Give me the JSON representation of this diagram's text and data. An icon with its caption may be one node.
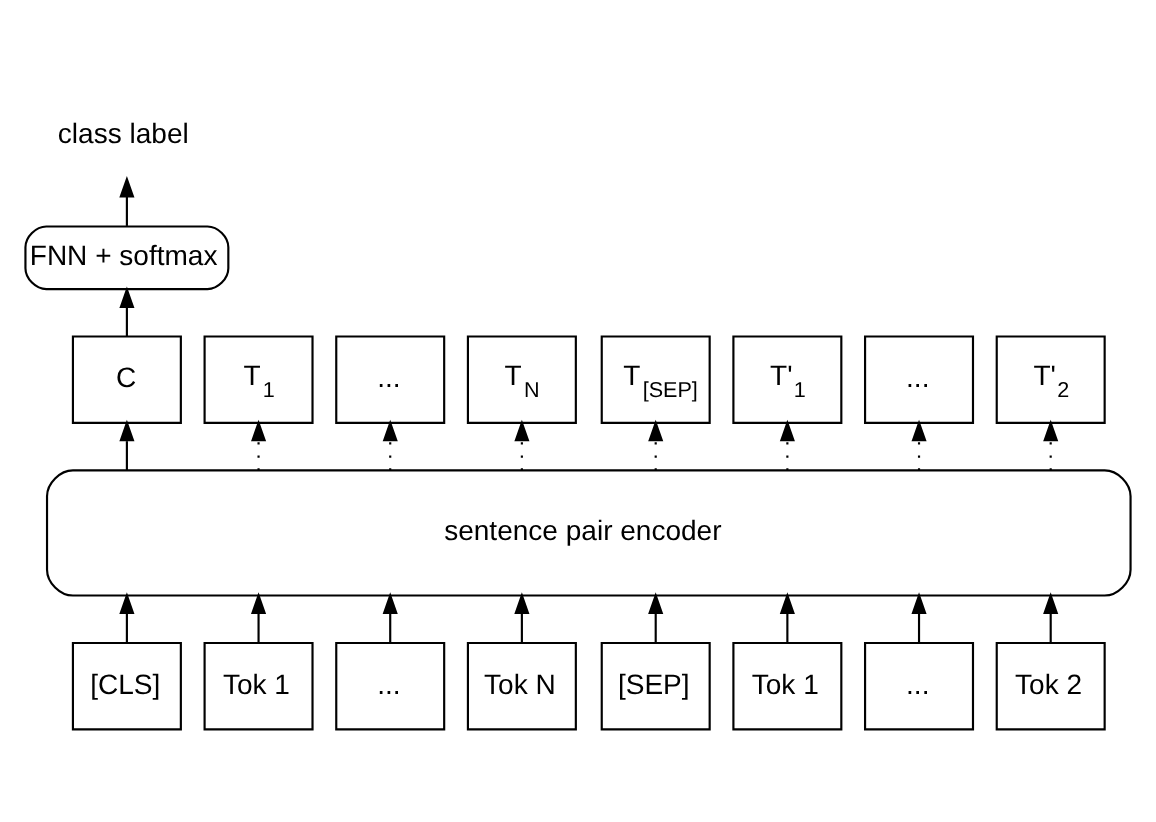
{
  "diagram": {
    "nodes": [
      {
        "text": [
          "class label"
        ]
      },
      {
        "text": [
          "FNN + softmax"
        ]
      },
      {
        "text": [
          "C"
        ]
      },
      {
        "text": [
          "T$_{1}$"
        ]
      },
      {
        "text": [
          "..."
        ]
      },
      {
        "text": [
          "T$_{N}$"
        ]
      },
      {
        "text": [
          "T$_{[SEP]}$"
        ]
      },
      {
        "text": [
          "T'$_{1}$"
        ]
      },
      {
        "text": [
          "..."
        ]
      },
      {
        "text": [
          "T'$_{2}$"
        ]
      },
      {
        "text": [
          "sentence pair encoder"
        ]
      },
      {
        "text": [
          "[CLS]"
        ]
      },
      {
        "text": [
          "Tok 1"
        ]
      },
      {
        "text": [
          "..."
        ]
      },
      {
        "text": [
          "Tok N"
        ]
      },
      {
        "text": [
          "[SEP]"
        ]
      },
      {
        "text": [
          "Tok 1"
        ]
      },
      {
        "text": [
          "..."
        ]
      },
      {
        "text": [
          "Tok 2"
        ]
      }
    ],
    "edges": [
      {
        "from": 1,
        "to": 0,
        "arrow": "to"
      },
      {
        "from": 2,
        "to": 1,
        "arrow": "to"
      },
      {
        "from": 10,
        "to": 2,
        "arrow": "to"
      },
      {
        "from": 10,
        "to": 3,
        "arrow": "to",
        "style": "dashed"
      },
      {
        "from": 10,
        "to": 4,
        "arrow": "to",
        "style": "dashed"
      },
      {
        "from": 10,
        "to": 5,
        "arrow": "to",
        "style": "dashed"
      },
      {
        "from": 10,
        "to": 6,
        "arrow": "to",
        "style": "dashed"
      },
      {
        "from": 10,
        "to": 7,
        "arrow": "to",
        "style": "dashed"
      },
      {
        "from": 10,
        "to": 8,
        "arrow": "to",
        "style": "dashed"
      },
      {
        "from": 10,
        "to": 9,
        "arrow": "to",
        "style": "dashed"
      },
      {
        "from": 11,
        "to": 10,
        "arrow": "to"
      },
      {
        "from": 12,
        "to": 10,
        "arrow": "to"
      },
      {
        "from": 13,
        "to": 10,
        "arrow": "to"
      },
      {
        "from": 14,
        "to": 10,
        "arrow": "to"
      },
      {
        "from": 15,
        "to": 10,
        "arrow": "to"
      },
      {
        "from": 16,
        "to": 10,
        "arrow": "to"
      },
      {
        "from": 17,
        "to": 10,
        "arrow": "to"
      },
      {
        "from": 18,
        "to": 10,
        "arrow": "to"
      }
    ]
  }
}
